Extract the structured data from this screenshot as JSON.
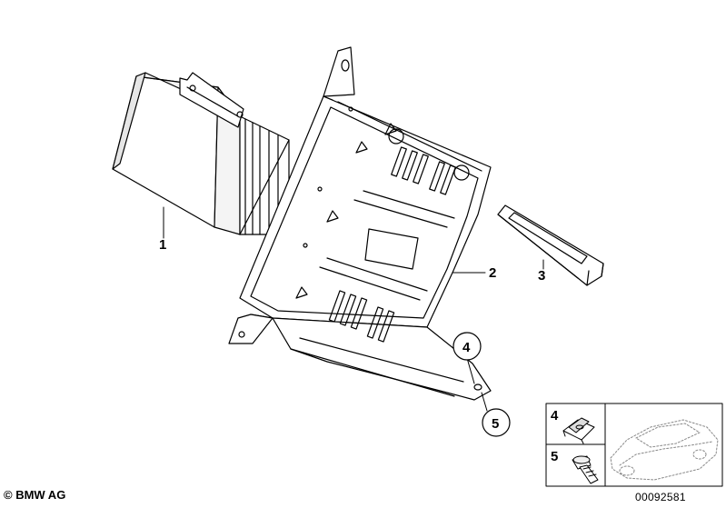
{
  "parts": {
    "p1": "1",
    "p2": "2",
    "p3": "3",
    "p4": "4",
    "p5": "5"
  },
  "inset": {
    "row_top": "4",
    "row_bottom": "5"
  },
  "footer": {
    "copyright": "© BMW AG",
    "diagram_id": "00092581"
  }
}
